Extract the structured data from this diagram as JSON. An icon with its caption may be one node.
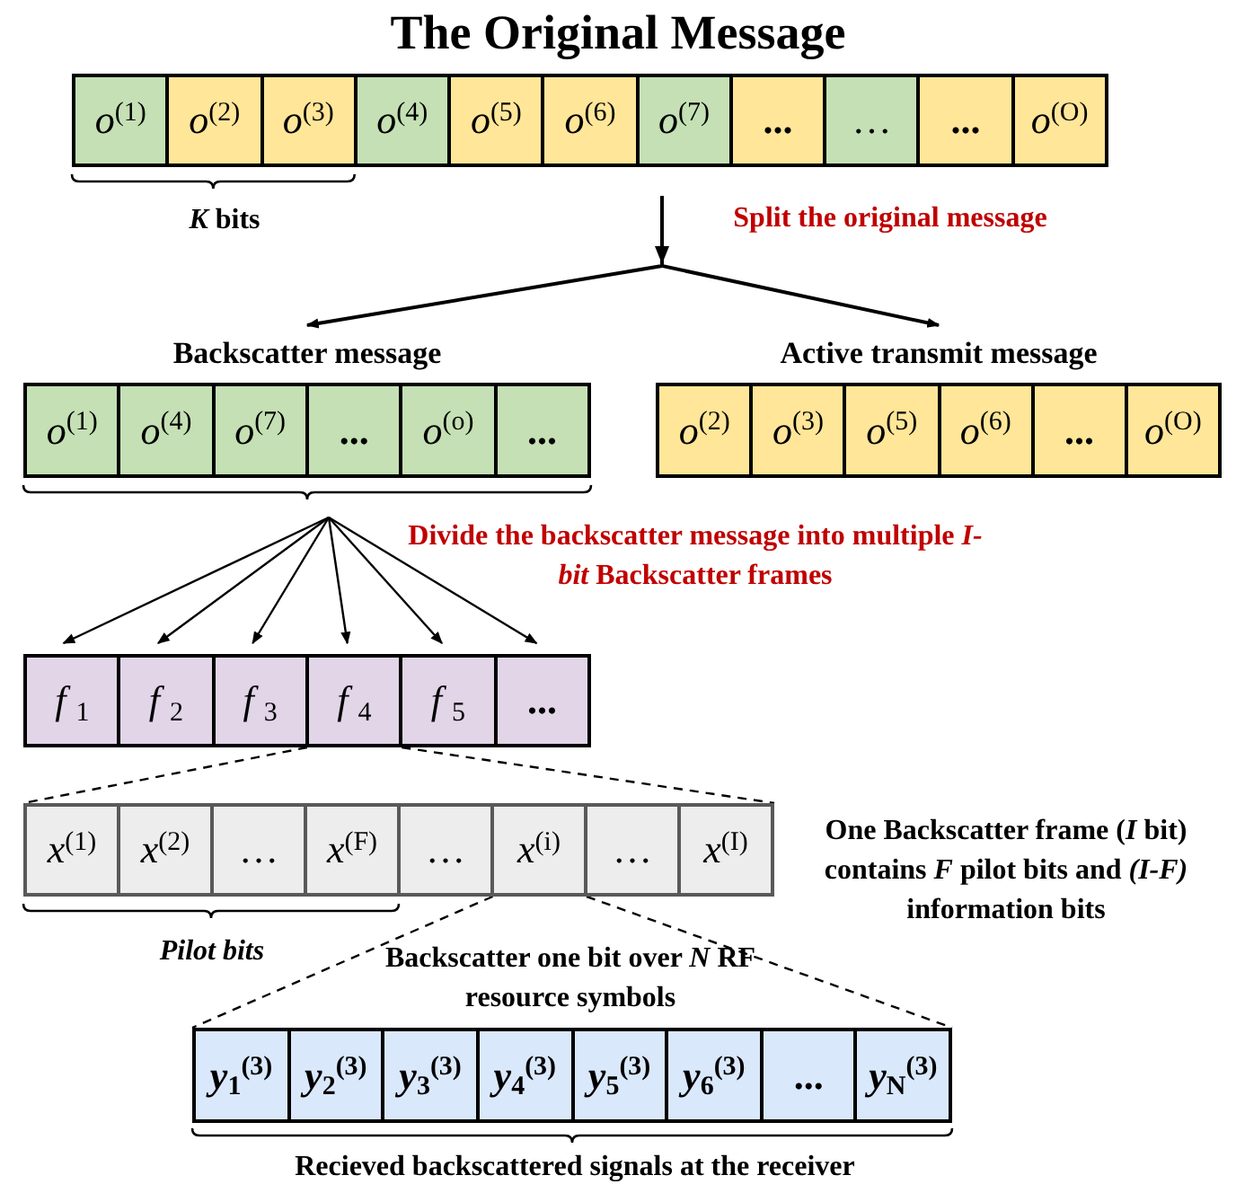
{
  "diagram": {
    "title": "The Original Message",
    "nodes": [
      {
        "text": [],
        "shape": "bar"
      },
      {
        "text": [
          "*o*$^{(1)}$"
        ],
        "in": 0
      },
      {
        "text": [
          "*o*$^{(2)}$"
        ],
        "in": 0
      },
      {
        "text": [
          "*o*$^{(3)}$"
        ],
        "in": 0
      },
      {
        "text": [
          "*o*$^{(4)}$"
        ],
        "in": 0
      },
      {
        "text": [
          "*o*$^{(5)}$"
        ],
        "in": 0
      },
      {
        "text": [
          "*o*$^{(6)}$"
        ],
        "in": 0
      },
      {
        "text": [
          "*o*$^{(7)}$"
        ],
        "in": 0
      },
      {
        "text": [
          "**...**"
        ],
        "in": 0
      },
      {
        "text": [
          "…"
        ],
        "in": 0
      },
      {
        "text": [
          "**...**"
        ],
        "in": 0
      },
      {
        "text": [
          "*o*$^{(O)}$"
        ],
        "in": 0
      },
      {
        "text": [
          "Backscatter message"
        ]
      },
      {
        "text": [
          "*o*$^{(1)}$"
        ],
        "in": 12
      },
      {
        "text": [
          "*o*$^{(4)}$"
        ],
        "in": 12
      },
      {
        "text": [
          "*o*$^{(7)}$"
        ],
        "in": 12
      },
      {
        "text": [
          "**...**"
        ],
        "in": 12
      },
      {
        "text": [
          "*o*$^{(o)}$"
        ],
        "in": 12
      },
      {
        "text": [
          "**...**"
        ],
        "in": 12
      },
      {
        "text": [
          "Active transmit message"
        ]
      },
      {
        "text": [
          "*o*$^{(2)}$"
        ],
        "in": 19
      },
      {
        "text": [
          "*o*$^{(3)}$"
        ],
        "in": 19
      },
      {
        "text": [
          "*o*$^{(5)}$"
        ],
        "in": 19
      },
      {
        "text": [
          "*o*$^{(6)}$"
        ],
        "in": 19
      },
      {
        "text": [
          "**...**"
        ],
        "in": 19
      },
      {
        "text": [
          "*o*$^{(O)}$"
        ],
        "in": 19
      },
      {
        "text": [],
        "shape": "bar"
      },
      {
        "text": [
          "*f* $_{1}$"
        ],
        "in": 26
      },
      {
        "text": [
          "*f* $_{2}$"
        ],
        "in": 26
      },
      {
        "text": [
          "*f* $_{3}$"
        ],
        "in": 26
      },
      {
        "text": [
          "*f* $_{4}$"
        ],
        "in": 26
      },
      {
        "text": [
          "*f* $_{5}$"
        ],
        "in": 26
      },
      {
        "text": [
          "**...**"
        ],
        "in": 26
      },
      {
        "text": [],
        "shape": "bar"
      },
      {
        "text": [
          "*x*$^{(1)}$"
        ],
        "in": 33
      },
      {
        "text": [
          "*x*$^{(2)}$"
        ],
        "in": 33
      },
      {
        "text": [
          "…"
        ],
        "in": 33
      },
      {
        "text": [
          "*x*$^{(F)}$"
        ],
        "in": 33
      },
      {
        "text": [
          "…"
        ],
        "in": 33
      },
      {
        "text": [
          "*x*$^{(i)}$"
        ],
        "in": 33
      },
      {
        "text": [
          "…"
        ],
        "in": 33
      },
      {
        "text": [
          "*x*$^{(I)}$"
        ],
        "in": 33
      },
      {
        "text": [],
        "shape": "bar"
      },
      {
        "text": [
          "*y*$_{1}$$^{(3)}$"
        ],
        "in": 42
      },
      {
        "text": [
          "*y*$_{2}$$^{(3)}$"
        ],
        "in": 42
      },
      {
        "text": [
          "*y*$_{3}$$^{(3)}$"
        ],
        "in": 42
      },
      {
        "text": [
          "*y*$_{4}$$^{(3)}$"
        ],
        "in": 42
      },
      {
        "text": [
          "*y*$_{5}$$^{(3)}$"
        ],
        "in": 42
      },
      {
        "text": [
          "*y*$_{6}$$^{(3)}$"
        ],
        "in": 42
      },
      {
        "text": [
          "..."
        ],
        "in": 42
      },
      {
        "text": [
          "*y*$_{N}$$^{(3)}$"
        ],
        "in": 42
      }
    ],
    "edges": [
      {
        "from": 0,
        "to": 12,
        "arrow": "to"
      },
      {
        "from": 0,
        "to": 19,
        "arrow": "to"
      },
      {
        "from": 12,
        "to": 27,
        "arrow": "to"
      },
      {
        "from": 12,
        "to": 28,
        "arrow": "to"
      },
      {
        "from": 12,
        "to": 29,
        "arrow": "to"
      },
      {
        "from": 12,
        "to": 30,
        "arrow": "to"
      },
      {
        "from": 12,
        "to": 31,
        "arrow": "to"
      },
      {
        "from": 12,
        "to": 32,
        "arrow": "to"
      },
      {
        "from": 30,
        "to": 33,
        "arrow": "none",
        "style": "dashed"
      },
      {
        "from": 30,
        "to": 33,
        "arrow": "none",
        "style": "dashed"
      },
      {
        "from": 39,
        "to": 42,
        "arrow": "none",
        "style": "dashed"
      },
      {
        "from": 39,
        "to": 42,
        "arrow": "none",
        "style": "dashed"
      }
    ],
    "labels": [
      "*K* bits",
      "Split the original message",
      "Divide the backscatter message into multiple *I-bit* Backscatter frames",
      "One Backscatter frame (*I* bit) contains *F* pilot bits and *(I-F)* information bits",
      "Pilot bits",
      "Backscatter one bit over *N* RF resource symbols",
      "Recieved backscattered signals at the receiver"
    ]
  }
}
